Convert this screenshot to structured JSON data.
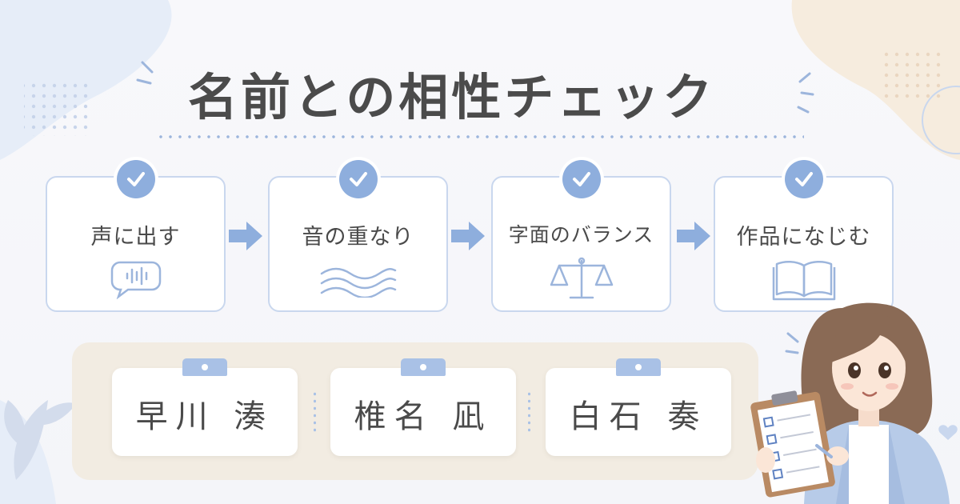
{
  "title": "名前との相性チェック",
  "steps": [
    {
      "label": "声に出す",
      "icon": "speech-bubble-icon"
    },
    {
      "label": "音の重なり",
      "icon": "wave-icon"
    },
    {
      "label": "字面のバランス",
      "icon": "scale-icon"
    },
    {
      "label": "作品になじむ",
      "icon": "book-icon"
    }
  ],
  "names": [
    "早川 湊",
    "椎名 凪",
    "白石 奏"
  ],
  "colors": {
    "accent": "#8eaedd",
    "card_border": "#c9d7ee",
    "panel": "#f2ece2",
    "text": "#4a4a4a"
  }
}
